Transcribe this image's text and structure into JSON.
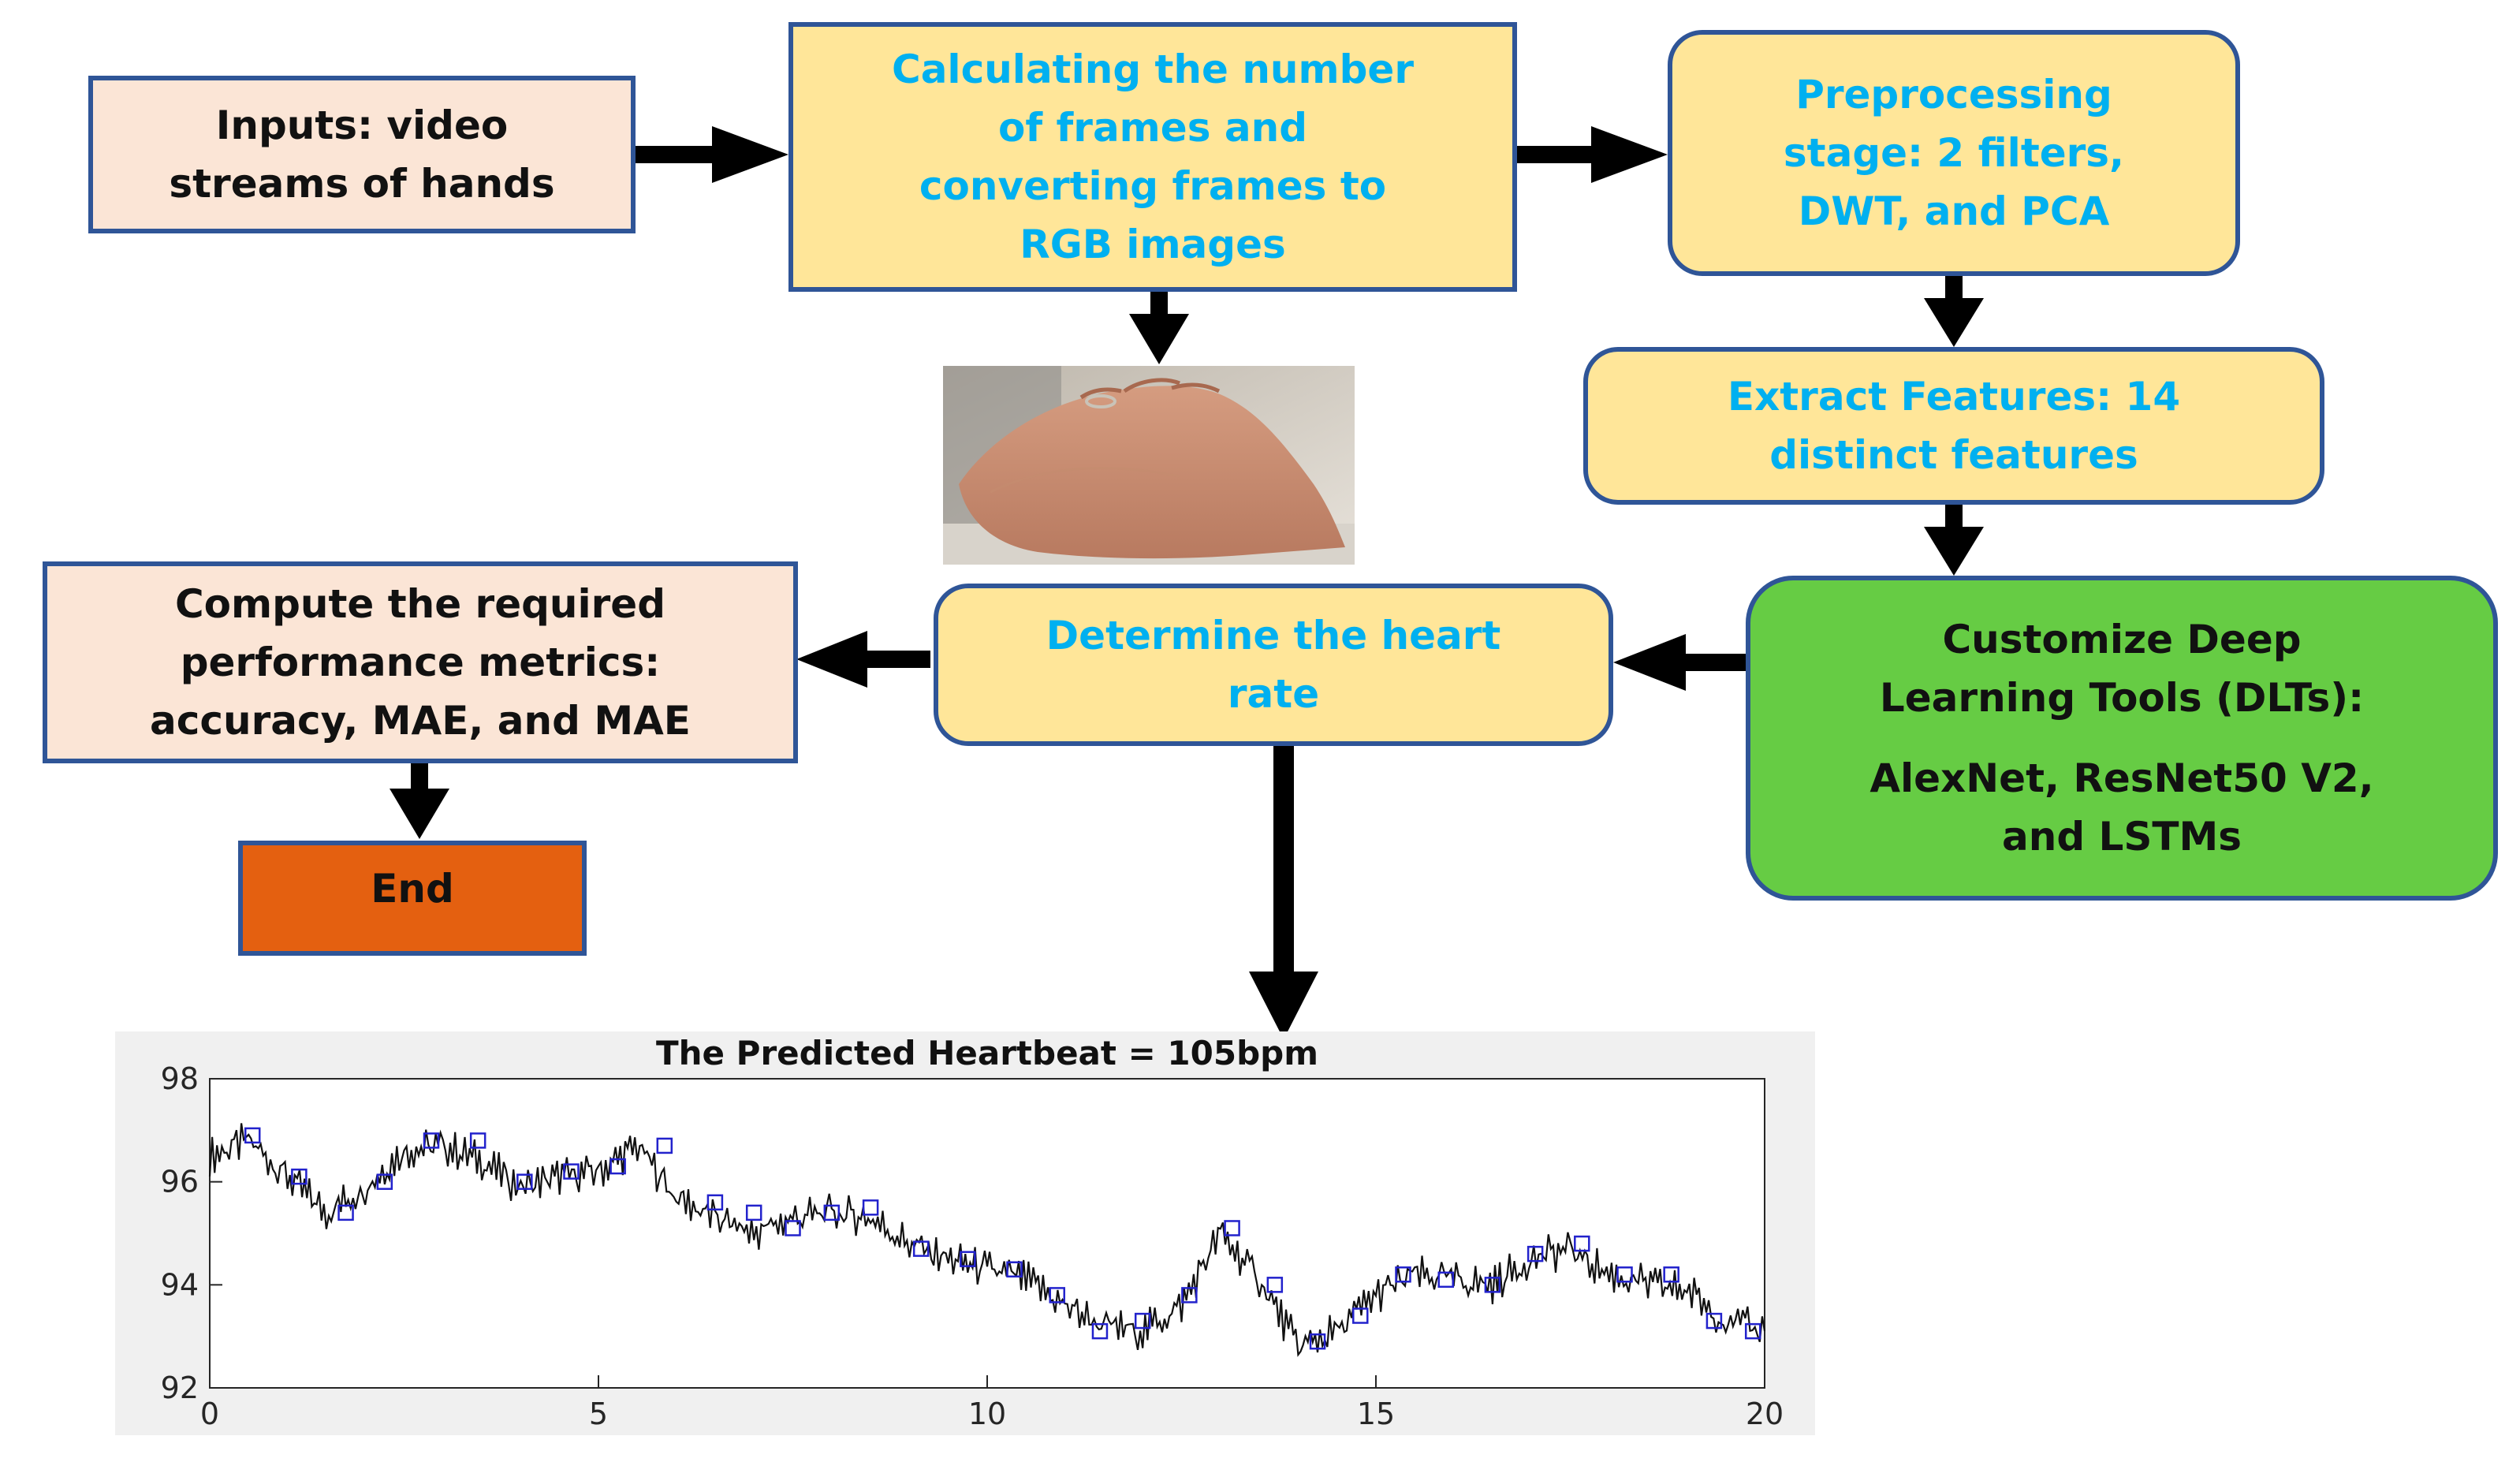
{
  "boxes": {
    "inputs": [
      "Inputs: video",
      "streams of hands"
    ],
    "frames": [
      "Calculating the number",
      "of frames and",
      "converting frames to",
      "RGB images"
    ],
    "preprocess": [
      "Preprocessing",
      "stage: 2 filters,",
      "DWT, and PCA"
    ],
    "features": [
      "Extract Features: 14",
      "distinct features"
    ],
    "dlt": [
      "Customize Deep",
      "Learning Tools (DLTs):",
      "AlexNet, ResNet50 V2,",
      "and LSTMs"
    ],
    "heart": [
      "Determine the heart",
      "rate"
    ],
    "metrics": [
      "Compute the required",
      "performance metrics:",
      "accuracy, MAE, and MAE"
    ],
    "end": "End"
  },
  "colors": {
    "peach": "#fbe5d6",
    "yellow": "#ffe699",
    "cyan_text": "#00b0f0",
    "green": "#66cc44",
    "orange": "#e46010",
    "border": "#2f5597",
    "marker": "#2222cc"
  },
  "chart_data": {
    "type": "line",
    "title": "The Predicted Heartbeat = 105bpm",
    "xlabel": "",
    "ylabel": "",
    "xlim": [
      0,
      20
    ],
    "ylim": [
      92,
      98
    ],
    "xticks": [
      0,
      5,
      10,
      15,
      20
    ],
    "yticks": [
      92,
      94,
      96,
      98
    ],
    "grid": false,
    "series": [
      {
        "x": [
          0,
          0.5,
          1,
          1.5,
          2,
          2.5,
          3,
          3.5,
          4,
          4.5,
          5,
          5.5,
          6,
          6.5,
          7,
          7.5,
          8,
          8.5,
          9,
          9.5,
          10,
          10.5,
          11,
          11.5,
          12,
          12.5,
          13,
          13.5,
          14,
          14.5,
          15,
          15.5,
          16,
          16.5,
          17,
          17.5,
          18,
          18.5,
          19,
          19.5,
          20
        ],
        "values": [
          96.5,
          96.8,
          96.1,
          95.4,
          95.9,
          96.6,
          96.7,
          96.4,
          95.9,
          96.1,
          96.2,
          96.7,
          95.7,
          95.3,
          95.0,
          95.3,
          95.4,
          95.3,
          94.8,
          94.5,
          94.3,
          94.1,
          93.6,
          93.2,
          93.1,
          93.6,
          95.0,
          94.1,
          92.8,
          93.1,
          93.8,
          94.2,
          94.1,
          94.0,
          94.5,
          94.7,
          94.2,
          94.0,
          93.9,
          93.3,
          93.1
        ],
        "markers": [
          [
            0.55,
            96.9
          ],
          [
            1.15,
            96.1
          ],
          [
            1.75,
            95.4
          ],
          [
            2.25,
            96.0
          ],
          [
            2.85,
            96.8
          ],
          [
            3.45,
            96.8
          ],
          [
            4.05,
            96.0
          ],
          [
            4.65,
            96.2
          ],
          [
            5.25,
            96.3
          ],
          [
            5.85,
            96.7
          ],
          [
            6.5,
            95.6
          ],
          [
            7.0,
            95.4
          ],
          [
            7.5,
            95.1
          ],
          [
            8.0,
            95.4
          ],
          [
            8.5,
            95.5
          ],
          [
            9.15,
            94.7
          ],
          [
            9.75,
            94.5
          ],
          [
            10.35,
            94.3
          ],
          [
            10.9,
            93.8
          ],
          [
            11.45,
            93.1
          ],
          [
            12.0,
            93.3
          ],
          [
            12.6,
            93.8
          ],
          [
            13.15,
            95.1
          ],
          [
            13.7,
            94.0
          ],
          [
            14.25,
            92.9
          ],
          [
            14.8,
            93.4
          ],
          [
            15.35,
            94.2
          ],
          [
            15.9,
            94.1
          ],
          [
            16.5,
            94.0
          ],
          [
            17.05,
            94.6
          ],
          [
            17.65,
            94.8
          ],
          [
            18.2,
            94.2
          ],
          [
            18.8,
            94.2
          ],
          [
            19.35,
            93.3
          ],
          [
            19.85,
            93.1
          ]
        ]
      }
    ]
  }
}
